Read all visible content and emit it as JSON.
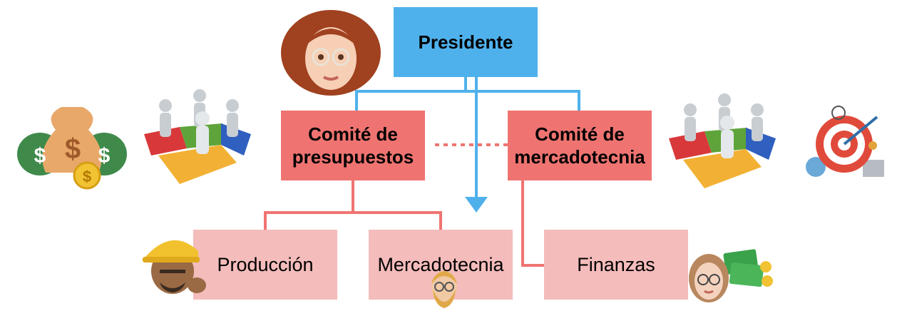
{
  "diagram": {
    "president": "Presidente",
    "committees": {
      "budget": "Comité de\npresupuestos",
      "marketing": "Comité de\nmercadotecnia"
    },
    "departments": {
      "production": "Producción",
      "marketing": "Mercadotecnia",
      "finance": "Finanzas"
    }
  },
  "colors": {
    "president": "#4fb1ec",
    "committee": "#ef7471",
    "department": "#f4bcbb"
  },
  "icons": [
    "woman-avatar-icon",
    "money-bags-icon",
    "puzzle-team-icon",
    "target-icon",
    "construction-worker-icon",
    "bearded-man-icon",
    "woman-finance-icon"
  ]
}
